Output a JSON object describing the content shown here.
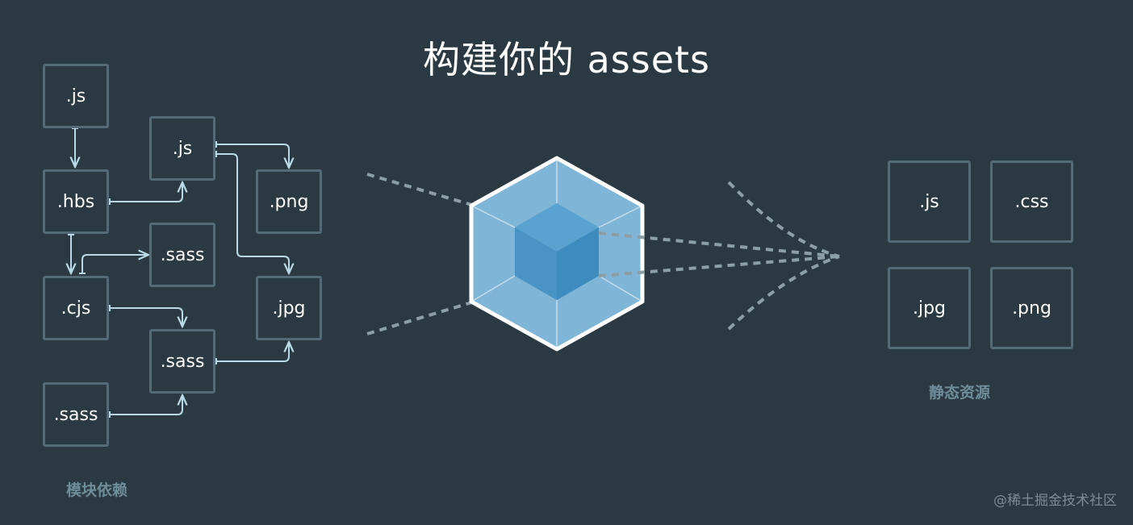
{
  "title": "构建你的 assets",
  "module_section": {
    "caption": "模块依赖",
    "files": [
      ".js",
      ".js",
      ".hbs",
      ".png",
      ".sass",
      ".cjs",
      ".jpg",
      ".sass",
      ".sass"
    ]
  },
  "output_section": {
    "caption": "静态资源",
    "files": [
      ".js",
      ".css",
      ".jpg",
      ".png"
    ]
  },
  "watermark": "@稀土掘金技术社区",
  "colors": {
    "background": "#2b3a42",
    "box_border": "#546b77",
    "arrow": "#b9d9e6",
    "cube_outer": "#8dc3e1",
    "cube_inner": "#2b7fbe",
    "dotted_lines": "#8c9ea6",
    "caption": "#6f8c9a"
  },
  "icons": [
    "webpack-cube-icon"
  ]
}
